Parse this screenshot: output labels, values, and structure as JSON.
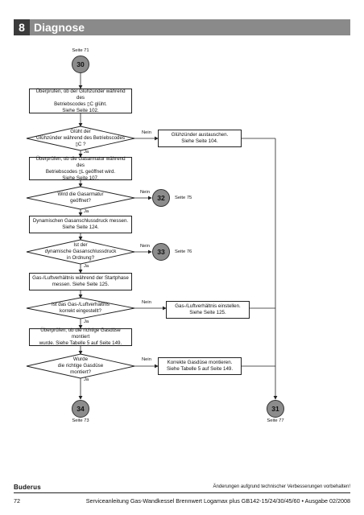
{
  "header": {
    "chapter_number": "8",
    "chapter_title": "Diagnose"
  },
  "diagram": {
    "start": {
      "page_ref": "Seite 71",
      "number": "30"
    },
    "step1": "Überprüfen, ob der Glühzünder während des\nBetriebscodes  ▯C  glüht.\nSiehe Seite 102.",
    "q1": "Glüht der\nGlühzünder während des Betriebscodes\n▯C ?",
    "q1_no": "Nein",
    "q1_yes": "Ja",
    "action1": "Glühzünder austauschen.\nSiehe Seite 104.",
    "step2": "Überprüfen, ob die Gasarmatur während des\nBetriebscodes  ▯L  geöffnet wird.\nSiehe Seite 107.",
    "q2": "Wird die Gasarmatur\ngeöffnet?",
    "q2_no": "Nein",
    "q2_yes": "Ja",
    "jump32": {
      "number": "32",
      "page_ref": "Seite 75"
    },
    "step3": "Dynamischen Gasanschlussdruck messen.\nSiehe Seite 124.",
    "q3": "Ist der\ndynamische Gasanschlussdruck\nin Ordnung?",
    "q3_no": "Nein",
    "q3_yes": "Ja",
    "jump33": {
      "number": "33",
      "page_ref": "Seite 76"
    },
    "step4": "Gas-/Luftverhältnis während der Startphase\nmessen. Siehe Seite 125.",
    "q4": "Ist das Gas-/Luftverhältnis\nkorrekt eingestellt?",
    "q4_no": "Nein",
    "q4_yes": "Ja",
    "action4": "Gas-/Luftverhältnis einstellen.\nSiehe Seite 125.",
    "step5": "Überprüfen, ob die richtige Gasdüse montiert\nwurde. Siehe Tabelle 5 auf Seite 149.",
    "q5": "Wurde\ndie richtige Gasdüse\nmontiert?",
    "q5_no": "Nein",
    "q5_yes": "Ja",
    "action5": "Korrekte Gasdüse montieren.\nSiehe Tabelle 5 auf Seite 149.",
    "end34": {
      "number": "34",
      "page_ref": "Seite 73"
    },
    "end31": {
      "number": "31",
      "page_ref": "Seite 77"
    }
  },
  "footer": {
    "brand": "Buderus",
    "notice": "Änderungen aufgrund technischer Verbesserungen vorbehalten!",
    "page_number": "72",
    "publication": "Serviceanleitung Gas-Wandkessel Brennwert Logamax plus GB142-15/24/30/45/60 • Ausgabe 02/2008"
  }
}
